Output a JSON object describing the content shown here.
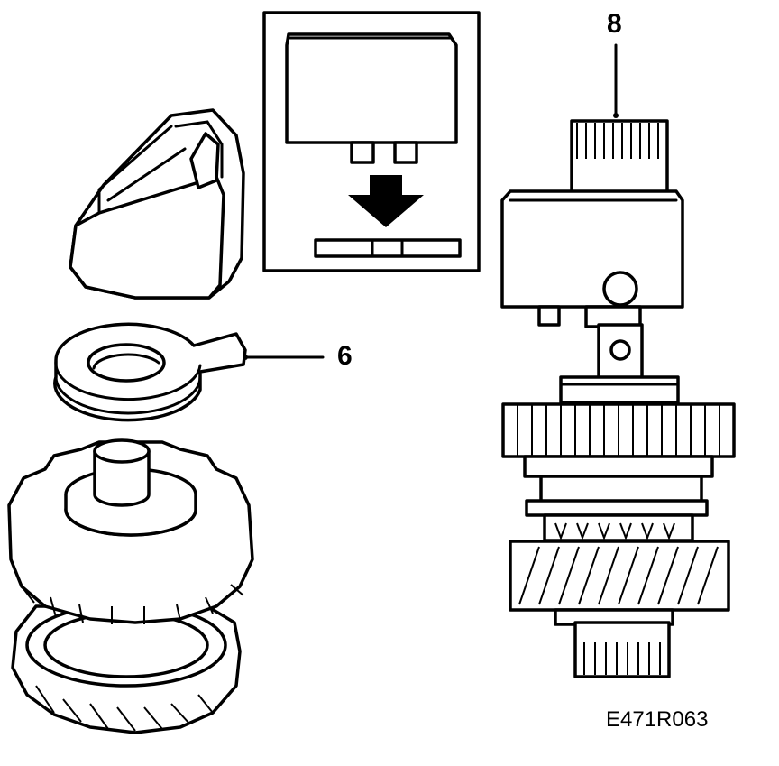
{
  "callouts": {
    "part_6": "6",
    "part_8": "8"
  },
  "figure_id": "E471R063",
  "colors": {
    "ink": "#000000",
    "paper": "#ffffff"
  }
}
